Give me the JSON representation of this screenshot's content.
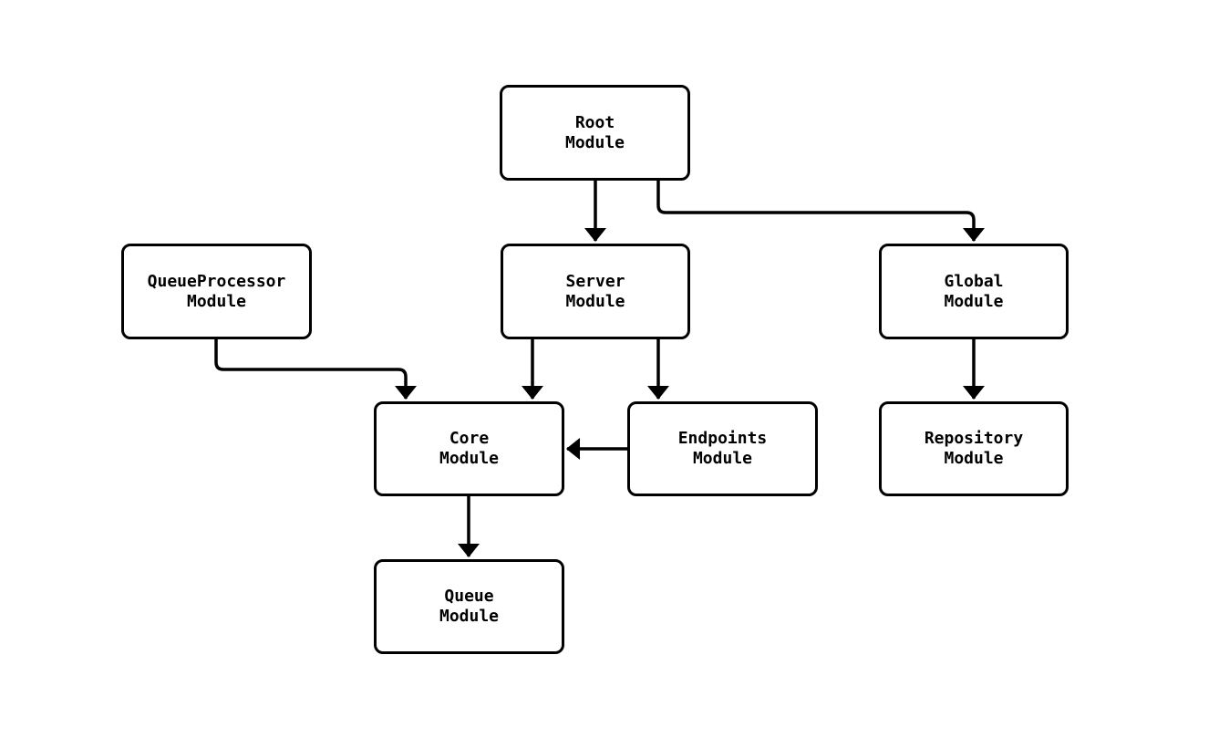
{
  "diagram": {
    "type": "module-dependency-graph",
    "background_color": "#ffffff",
    "line_color": "#000000",
    "node_fill_color": "#ffffff",
    "nodes": {
      "root": {
        "label": "Root\nModule"
      },
      "queueprocessor": {
        "label": "QueueProcessor\nModule"
      },
      "server": {
        "label": "Server\nModule"
      },
      "global": {
        "label": "Global\nModule"
      },
      "core": {
        "label": "Core\nModule"
      },
      "endpoints": {
        "label": "Endpoints\nModule"
      },
      "repository": {
        "label": "Repository\nModule"
      },
      "queue": {
        "label": "Queue\nModule"
      }
    },
    "edges": [
      {
        "from": "root",
        "to": "server"
      },
      {
        "from": "root",
        "to": "global"
      },
      {
        "from": "queueprocessor",
        "to": "core"
      },
      {
        "from": "server",
        "to": "core"
      },
      {
        "from": "server",
        "to": "endpoints"
      },
      {
        "from": "endpoints",
        "to": "core"
      },
      {
        "from": "global",
        "to": "repository"
      },
      {
        "from": "core",
        "to": "queue"
      }
    ]
  }
}
